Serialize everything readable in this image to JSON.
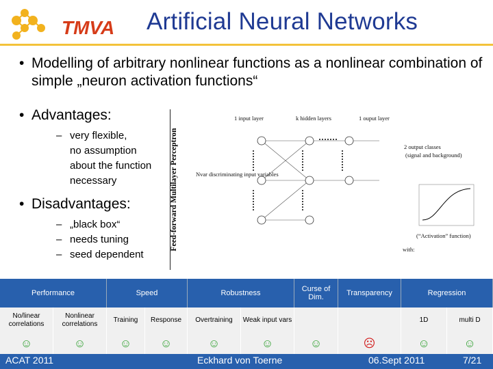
{
  "header": {
    "logo_text": "TMVA",
    "title": "Artificial Neural Networks"
  },
  "bullets": {
    "intro": "Modelling of arbitrary nonlinear functions as a nonlinear combination of simple „neuron activation functions“",
    "advantages_title": "Advantages:",
    "advantages": [
      "very flexible,",
      "no assumption",
      "about the function",
      "necessary"
    ],
    "disadvantages_title": "Disadvantages:",
    "disadvantages": [
      "„black box“",
      "needs tuning",
      "seed dependent"
    ]
  },
  "nn": {
    "side_label": "Feed-forward Multilayer Perceptron",
    "layer_input": "1 input layer",
    "layer_hidden": "k hidden layers",
    "layer_output": "1 ouput layer",
    "output_classes": "2 output classes",
    "output_classes_2": "(signal and background)",
    "nvar": "Nvar discriminating input variables",
    "activation_label": "(“Activation” function)",
    "with_label": "with:"
  },
  "table": {
    "headers": [
      "Performance",
      "Speed",
      "Robustness",
      "Curse of Dim.",
      "Transparency",
      "Regression"
    ],
    "subheaders": [
      "No/linear correlations",
      "Nonlinear correlations",
      "Training",
      "Response",
      "Overtraining",
      "Weak input vars",
      "",
      "",
      "1D",
      "multi D"
    ],
    "ratings": [
      "good",
      "good",
      "good",
      "good",
      "good",
      "good",
      "good",
      "bad",
      "good",
      "good"
    ],
    "colors": {
      "good": "#2a9d2a",
      "bad": "#d11a1a",
      "header": "#2860ad"
    }
  },
  "footer": {
    "left": "ACAT 2011",
    "center": "Eckhard von Toerne",
    "date": "06.Sept 2011",
    "page": "7/21"
  }
}
